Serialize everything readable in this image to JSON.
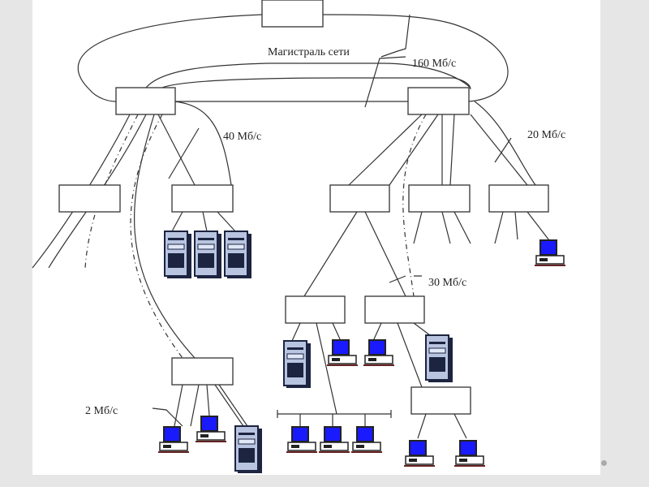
{
  "labels": {
    "backbone": "Магистраль сети",
    "speed_160": "160 Мб/с",
    "speed_40": "40 Мб/с",
    "speed_20": "20 Мб/с",
    "speed_30": "30 Мб/с",
    "speed_2": "2 Мб/с"
  },
  "colors": {
    "screen": "#1a1aff",
    "server": "#b8c4e0",
    "line": "#333333"
  }
}
